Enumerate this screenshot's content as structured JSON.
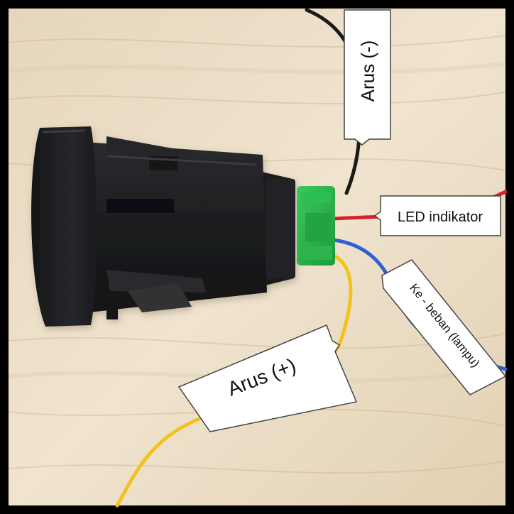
{
  "labels": {
    "arus_negatif": "Arus (-)",
    "led_indikator": "LED indikator",
    "ke_beban": "Ke - beban (lampu)",
    "arus_positif": "Arus (+)"
  },
  "colors": {
    "frame": "#000000",
    "wood_light": "#e9dcc6",
    "wood_dark": "#d6c4a5",
    "switch_body": "#1b1c1e",
    "connector_green": "#27b24a",
    "wire_black": "#1a1a1a",
    "wire_red": "#d8202f",
    "wire_blue": "#2f5fd0",
    "wire_yellow": "#f2c21d",
    "callout_fill": "#ffffff"
  }
}
